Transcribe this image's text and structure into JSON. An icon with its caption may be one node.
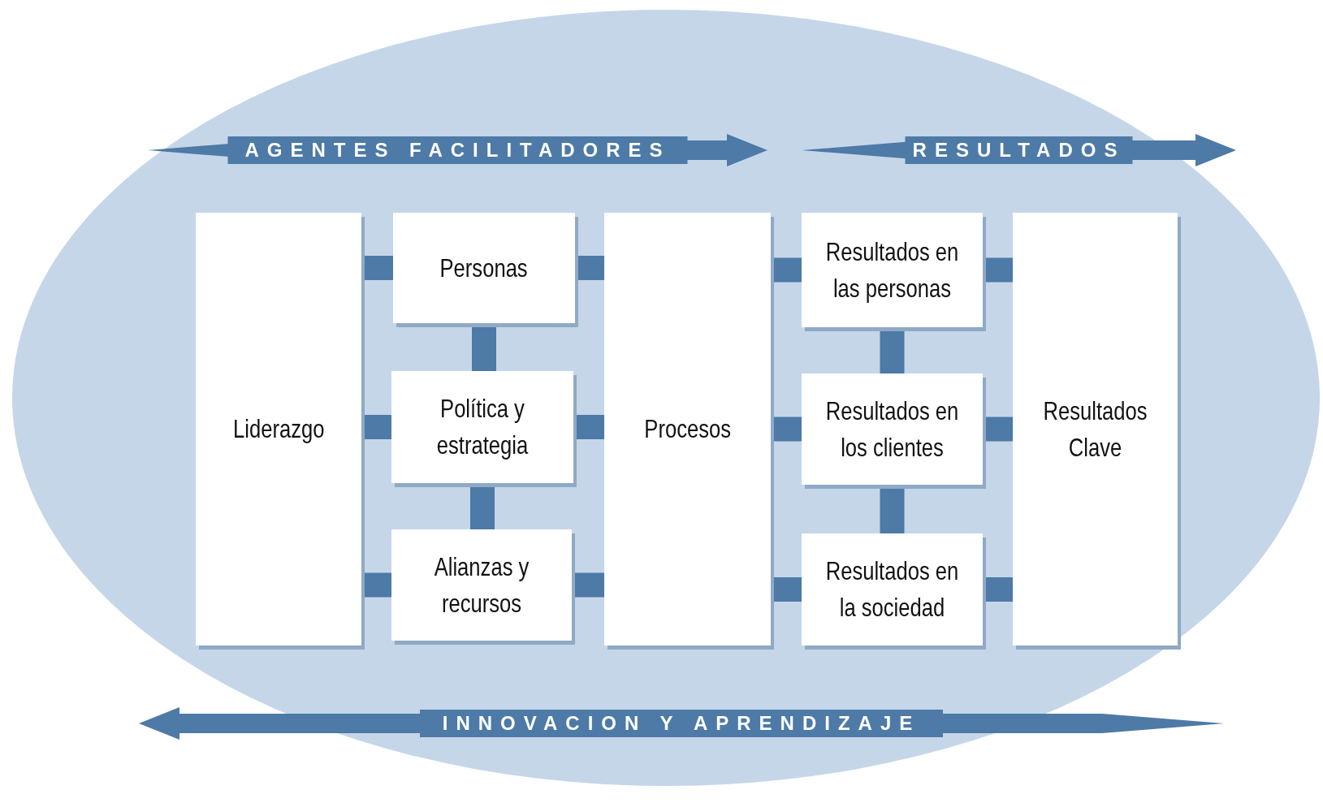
{
  "diagram": {
    "nodes": [
      {
        "text": [
          "Liderazgo"
        ]
      },
      {
        "text": [
          "Personas"
        ]
      },
      {
        "text": [
          "Política y estrategia"
        ]
      },
      {
        "text": [
          "Alianzas y recursos"
        ]
      },
      {
        "text": [
          "Procesos"
        ]
      },
      {
        "text": [
          "Resultados en las personas"
        ]
      },
      {
        "text": [
          "Resultados en los clientes"
        ]
      },
      {
        "text": [
          "Resultados en la sociedad"
        ]
      },
      {
        "text": [
          "Resultados Clave"
        ]
      }
    ],
    "edges": [
      {
        "from": 0,
        "to": 1,
        "arrow": "none"
      },
      {
        "from": 0,
        "to": 2,
        "arrow": "none"
      },
      {
        "from": 0,
        "to": 3,
        "arrow": "none"
      },
      {
        "from": 1,
        "to": 2,
        "arrow": "none"
      },
      {
        "from": 2,
        "to": 3,
        "arrow": "none"
      },
      {
        "from": 1,
        "to": 4,
        "arrow": "none"
      },
      {
        "from": 2,
        "to": 4,
        "arrow": "none"
      },
      {
        "from": 3,
        "to": 4,
        "arrow": "none"
      },
      {
        "from": 4,
        "to": 5,
        "arrow": "none"
      },
      {
        "from": 4,
        "to": 6,
        "arrow": "none"
      },
      {
        "from": 4,
        "to": 7,
        "arrow": "none"
      },
      {
        "from": 5,
        "to": 6,
        "arrow": "none"
      },
      {
        "from": 6,
        "to": 7,
        "arrow": "none"
      },
      {
        "from": 5,
        "to": 8,
        "arrow": "none"
      },
      {
        "from": 6,
        "to": 8,
        "arrow": "none"
      },
      {
        "from": 7,
        "to": 8,
        "arrow": "none"
      }
    ],
    "labels": [
      "AGENTES FACILITADORES",
      "RESULTADOS",
      "INNOVACION Y APRENDIZAJE"
    ]
  }
}
